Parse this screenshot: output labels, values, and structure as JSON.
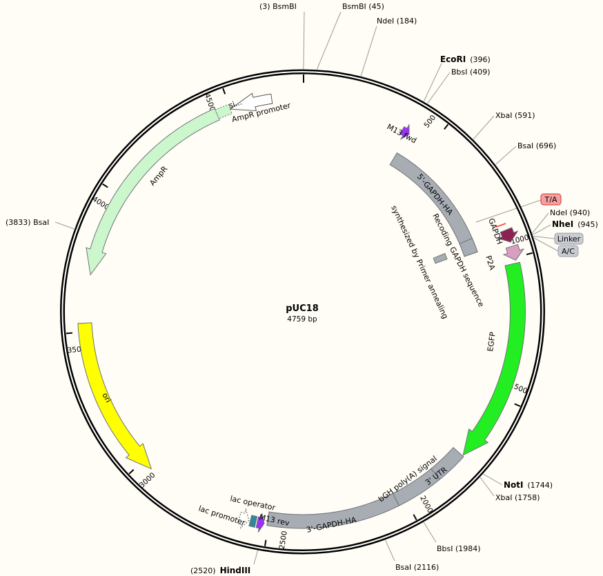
{
  "plasmid": {
    "name": "pUC18",
    "length_label": "4759  bp",
    "length": 4759
  },
  "ticks": [
    "500",
    "1000",
    "1500",
    "2000",
    "2500",
    "3000",
    "3500",
    "4000",
    "4500"
  ],
  "sites": [
    {
      "label": "(3)  BsmBI",
      "bp": 3,
      "bold": false
    },
    {
      "label": "BsmBI  (45)",
      "bp": 45,
      "bold": false
    },
    {
      "label": "NdeI  (184)",
      "bp": 184,
      "bold": false
    },
    {
      "name": "EcoRI",
      "pos": "(396)",
      "bp": 396,
      "bold": true
    },
    {
      "label": "BbsI  (409)",
      "bp": 409,
      "bold": false
    },
    {
      "label": "XbaI  (591)",
      "bp": 591,
      "bold": false
    },
    {
      "label": "BsaI  (696)",
      "bp": 696,
      "bold": false
    },
    {
      "label": "NdeI  (940)",
      "bp": 940,
      "bold": false
    },
    {
      "name": "NheI",
      "pos": "(945)",
      "bp": 945,
      "bold": true
    },
    {
      "name": "NotI",
      "pos": "(1744)",
      "bp": 1744,
      "bold": true
    },
    {
      "label": "XbaI  (1758)",
      "bp": 1758,
      "bold": false
    },
    {
      "label": "BbsI  (1984)",
      "bp": 1984,
      "bold": false
    },
    {
      "label": "BsaI  (2116)",
      "bp": 2116,
      "bold": false
    },
    {
      "name": "HindIII",
      "pos": "(2520)",
      "bp": 2520,
      "bold": true
    },
    {
      "label": "(3833)  BsaI",
      "bp": 3833,
      "bold": false
    }
  ],
  "badges": [
    {
      "label": "T/A",
      "bp": 925,
      "color": "#f4a0a0",
      "border": "#e03030"
    },
    {
      "label": "Linker",
      "bp": 950,
      "color": "#c8ccd2",
      "border": "#9aa0a8"
    },
    {
      "label": "A/C",
      "bp": 955,
      "color": "#c8ccd2",
      "border": "#9aa0a8"
    }
  ],
  "features": [
    {
      "name": "AmpR",
      "start": 3700,
      "end": 4450,
      "dir": -1,
      "color": "#ccf7cc"
    },
    {
      "name": "si...",
      "start": 4450,
      "end": 4500,
      "dir": 0,
      "color": "#ccf7cc"
    },
    {
      "name": "AmpR promoter",
      "start": 4500,
      "end": 4650,
      "dir": -1,
      "color": "#ffffff"
    },
    {
      "name": "ori",
      "start": 2960,
      "end": 3530,
      "dir": -1,
      "color": "#ffff00"
    },
    {
      "name": "M13 fwd",
      "start": 380,
      "end": 410,
      "dir": 1,
      "color": "#9b30ff"
    },
    {
      "name": "5'-GAPDH-HA",
      "start": 406,
      "end": 940,
      "dir": 0,
      "color": "#a8adb4"
    },
    {
      "name": "Recoding GAPDH sequence",
      "start": 880,
      "end": 940,
      "dir": 0,
      "color": "#a8adb4"
    },
    {
      "name": "synthesized by Primer annealing",
      "start": 895,
      "end": 925,
      "dir": 0,
      "color": "#a8adb4"
    },
    {
      "name": "GAPDH",
      "start": 900,
      "end": 945,
      "dir": 1,
      "color": "#8b2252"
    },
    {
      "name": "P2A",
      "start": 960,
      "end": 1010,
      "dir": 1,
      "color": "#d8a0c0"
    },
    {
      "name": "EGFP",
      "start": 1020,
      "end": 1742,
      "dir": 1,
      "color": "#22ee22"
    },
    {
      "name": "3' UTR",
      "start": 1745,
      "end": 1860,
      "dir": 0,
      "color": "#a8adb4"
    },
    {
      "name": "bGH poly(A) signal",
      "start": 1860,
      "end": 2030,
      "dir": 0,
      "color": "#a8adb4"
    },
    {
      "name": "3'-GAPDH-HA",
      "start": 2030,
      "end": 2505,
      "dir": 0,
      "color": "#a8adb4"
    },
    {
      "name": "M13 rev",
      "start": 2515,
      "end": 2540,
      "dir": -1,
      "color": "#9b30ff"
    },
    {
      "name": "lac operator",
      "start": 2545,
      "end": 2565,
      "dir": 0,
      "color": "#2a8a9a"
    },
    {
      "name": "lac promoter",
      "start": 2570,
      "end": 2605,
      "dir": -1,
      "color": "#ffffff"
    }
  ]
}
